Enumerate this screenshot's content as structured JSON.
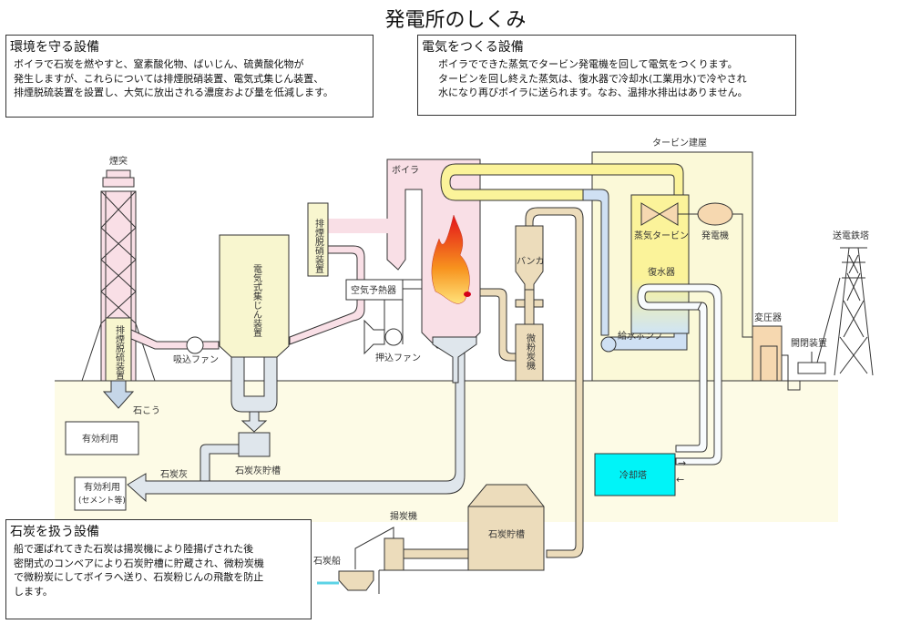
{
  "title": "発電所のしくみ",
  "info_boxes": {
    "environment": {
      "heading": "環境を守る設備",
      "lines": [
        " ボイラで石炭を燃やすと、窒素酸化物、ばいじん、硫黄酸化物が",
        "発生しますが、これらについては排煙脱硝装置、電気式集じん装置、",
        "排煙脱硫装置を設置し、大気に放出される濃度および量を低減します。"
      ]
    },
    "electricity": {
      "heading": "電気をつくる設備",
      "lines": [
        "ボイラでできた蒸気でタービン発電機を回して電気をつくります。",
        "タービンを回し終えた蒸気は、復水器で冷却水(工業用水)で冷やされ",
        "水になり再びボイラに送られます。なお、温排水排出はありません。"
      ]
    },
    "coal": {
      "heading": "石炭を扱う設備",
      "lines": [
        "船で運ばれてきた石炭は揚炭機により陸揚げされた後",
        "密閉式のコンベアにより石炭貯槽に貯蔵され、微粉炭機",
        "で微粉炭にしてボイラへ送り、石炭粉じんの飛散を防止",
        " します。"
      ]
    }
  },
  "labels": {
    "chimney": "煙突",
    "desulfurization": "排煙脱硫装置",
    "gypsum": "石こう",
    "effective_use": "有効利用",
    "effective_use_cement_1": "有効利用",
    "effective_use_cement_2": "(セメント等)",
    "induced_fan": "吸込ファン",
    "electrostatic_precipitator": "電気式集じん装置",
    "denitrification": "排煙脱硝装置",
    "boiler": "ボイラ",
    "air_preheater": "空気予熱器",
    "forced_fan": "押込ファン",
    "bunker": "バンカ",
    "pulverizer": "微粉炭機",
    "ash_silo": "石炭灰貯槽",
    "coal_ash": "石炭灰",
    "turbine_building": "タービン建屋",
    "steam_turbine": "蒸気タービン",
    "generator": "発電機",
    "condenser": "復水器",
    "feed_pump": "給水ポンプ",
    "transformer": "変圧器",
    "switchgear": "開閉装置",
    "tower": "送電鉄塔",
    "cooling_tower": "冷却塔",
    "unloader": "揚炭機",
    "coal_ship": "石炭船",
    "coal_silo": "石炭貯槽"
  },
  "colors": {
    "flue_gas": "#f9dfe6",
    "steam": "#fbf39a",
    "water": "#cfe0f3",
    "coal": "#ecdcbb",
    "ash": "#dfe6ec",
    "equipment": "#f8f6cf",
    "ground": "#fdfbe6",
    "cooling": "#00f4f8"
  }
}
